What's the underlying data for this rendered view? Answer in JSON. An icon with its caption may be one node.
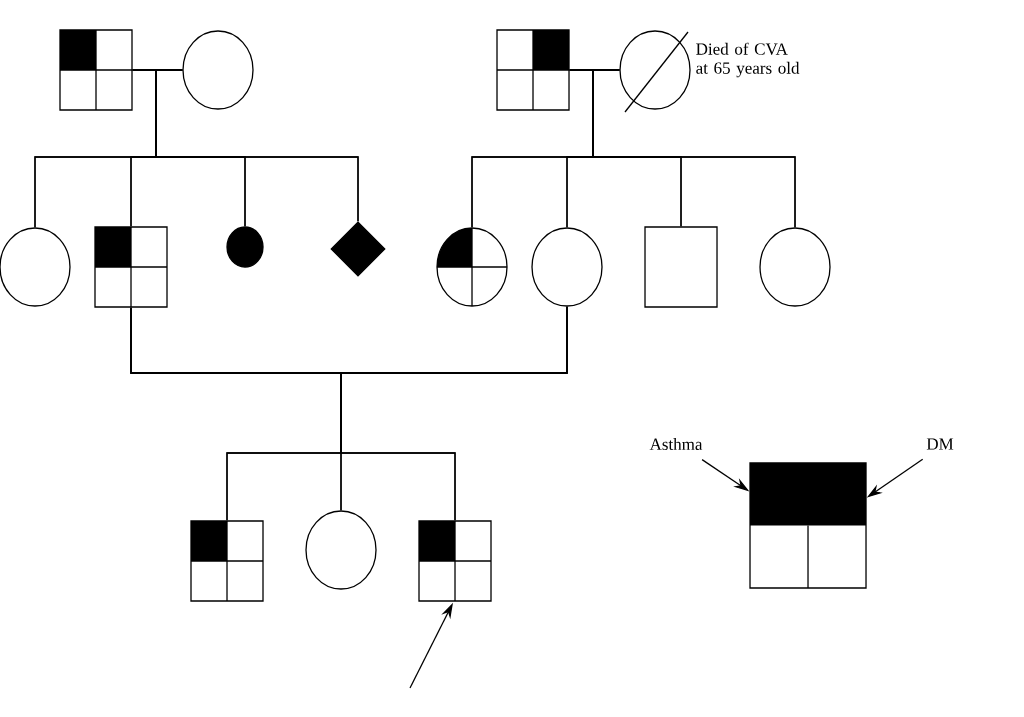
{
  "diagram": {
    "nodes": [
      {
        "text": [],
        "shape": "box"
      },
      {
        "text": [],
        "shape": "circle"
      },
      {
        "text": [],
        "shape": "box"
      },
      {
        "text": [],
        "shape": "circle",
        "beside": [
          "Died of CVA at 65 years old"
        ]
      },
      {
        "text": [],
        "shape": "circle"
      },
      {
        "text": [],
        "shape": "box"
      },
      {
        "text": [],
        "shape": "circle"
      },
      {
        "text": [],
        "shape": "diamond"
      },
      {
        "text": [],
        "shape": "circle"
      },
      {
        "text": [],
        "shape": "circle"
      },
      {
        "text": [],
        "shape": "box"
      },
      {
        "text": [],
        "shape": "circle"
      },
      {
        "text": [],
        "shape": "box"
      },
      {
        "text": [],
        "shape": "circle"
      },
      {
        "text": [],
        "shape": "box"
      },
      {
        "text": [],
        "shape": "box"
      },
      {
        "text": [
          "Asthma"
        ]
      },
      {
        "text": [
          "DM"
        ]
      }
    ],
    "edges": [
      {
        "from": 0,
        "to": 1,
        "arrow": "none"
      },
      {
        "from": 2,
        "to": 3,
        "arrow": "none"
      },
      {
        "from": 5,
        "to": 9,
        "arrow": "none"
      },
      {
        "from": 0,
        "to": 4,
        "arrow": "none"
      },
      {
        "from": 0,
        "to": 5,
        "arrow": "none"
      },
      {
        "from": 0,
        "to": 6,
        "arrow": "none"
      },
      {
        "from": 0,
        "to": 7,
        "arrow": "none"
      },
      {
        "from": 1,
        "to": 4,
        "arrow": "none"
      },
      {
        "from": 1,
        "to": 5,
        "arrow": "none"
      },
      {
        "from": 1,
        "to": 6,
        "arrow": "none"
      },
      {
        "from": 1,
        "to": 7,
        "arrow": "none"
      },
      {
        "from": 2,
        "to": 8,
        "arrow": "none"
      },
      {
        "from": 2,
        "to": 9,
        "arrow": "none"
      },
      {
        "from": 2,
        "to": 10,
        "arrow": "none"
      },
      {
        "from": 2,
        "to": 11,
        "arrow": "none"
      },
      {
        "from": 3,
        "to": 8,
        "arrow": "none"
      },
      {
        "from": 3,
        "to": 9,
        "arrow": "none"
      },
      {
        "from": 3,
        "to": 10,
        "arrow": "none"
      },
      {
        "from": 3,
        "to": 11,
        "arrow": "none"
      },
      {
        "from": 5,
        "to": 12,
        "arrow": "none"
      },
      {
        "from": 5,
        "to": 13,
        "arrow": "none"
      },
      {
        "from": 5,
        "to": 14,
        "arrow": "none"
      },
      {
        "from": 9,
        "to": 12,
        "arrow": "none"
      },
      {
        "from": 9,
        "to": 13,
        "arrow": "none"
      },
      {
        "from": 9,
        "to": 14,
        "arrow": "none"
      },
      {
        "from": 16,
        "to": 15,
        "arrow": "to"
      },
      {
        "from": 17,
        "to": 15,
        "arrow": "to"
      },
      {
        "from": null,
        "to": 14,
        "arrow": "to"
      }
    ]
  }
}
